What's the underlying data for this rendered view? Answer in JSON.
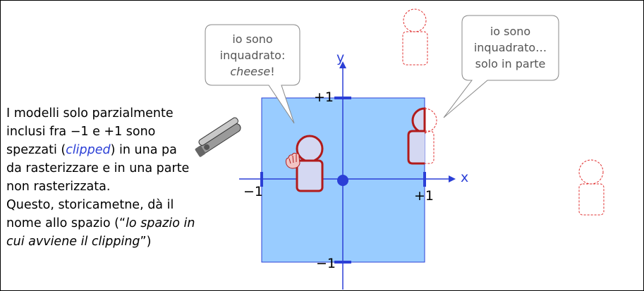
{
  "body": {
    "line1": "I modelli solo parzialmente",
    "line2": "inclusi fra −1 e +1 sono",
    "line3_before": "spezzati (",
    "line3_clipped": "clipped",
    "line3_after": ") in una pa",
    "line4": "da rasterizzare e in una parte",
    "line5": "non rasterizzata.",
    "line6": "Questo, storicametne, dà il",
    "line7_before": "nome allo spazio (“",
    "line7_italic": "lo spazio in",
    "line8_italic": "cui avviene il clipping",
    "line8_after": "”)"
  },
  "bubble_left": {
    "line1": "io sono",
    "line2": "inquadrato:",
    "line3_italic": "cheese",
    "line3_after": "!"
  },
  "bubble_right": {
    "line1": "io sono",
    "line2": "inquadrato…",
    "line3": "solo in parte"
  },
  "axes": {
    "x_label": "x",
    "y_label": "y",
    "x_pos_tick": "+1",
    "x_neg_tick": "−1",
    "y_pos_tick": "+1",
    "y_neg_tick": "−1"
  },
  "colors": {
    "clip_region": "#99ccff",
    "axis": "#2b3fd6",
    "figure_stroke": "#b11b1b",
    "figure_fill": "#d4d8f2",
    "bubble_stroke": "#888888"
  },
  "icons": {
    "clipper": "nail-clipper-icon",
    "hand": "waving-hand-icon"
  }
}
